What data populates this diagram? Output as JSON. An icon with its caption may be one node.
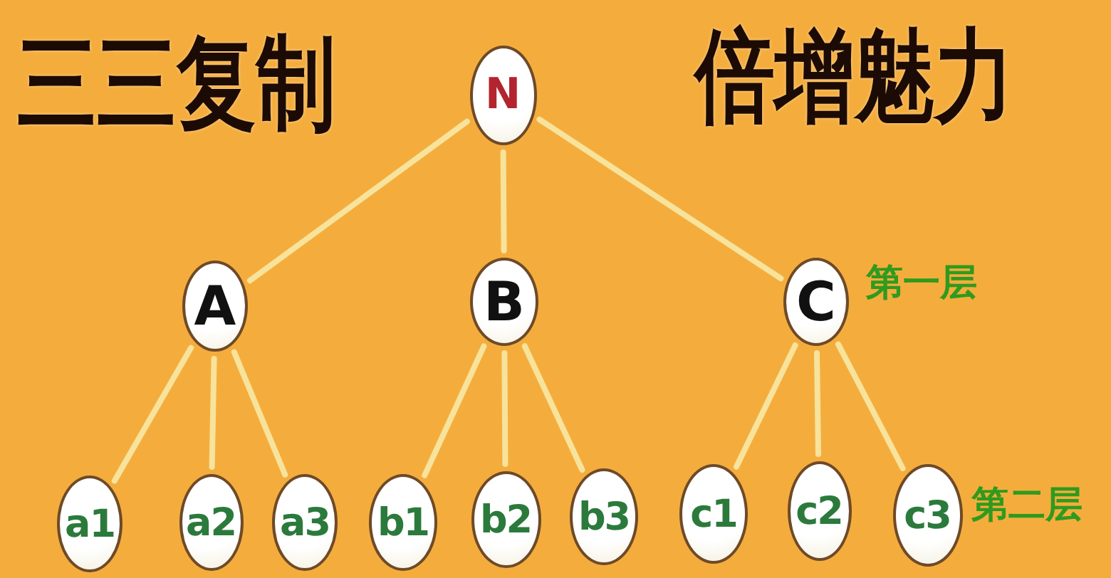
{
  "diagram": {
    "nodes": [
      {
        "text": [
          "N"
        ]
      },
      {
        "text": [
          "A"
        ]
      },
      {
        "text": [
          "B"
        ]
      },
      {
        "text": [
          "C"
        ]
      },
      {
        "text": [
          "a1"
        ]
      },
      {
        "text": [
          "a2"
        ]
      },
      {
        "text": [
          "a3"
        ]
      },
      {
        "text": [
          "b1"
        ]
      },
      {
        "text": [
          "b2"
        ]
      },
      {
        "text": [
          "b3"
        ]
      },
      {
        "text": [
          "c1"
        ]
      },
      {
        "text": [
          "c2"
        ]
      },
      {
        "text": [
          "c3"
        ]
      }
    ],
    "edges": [
      {
        "from": 0,
        "to": 1,
        "arrow": "none"
      },
      {
        "from": 0,
        "to": 2,
        "arrow": "none"
      },
      {
        "from": 0,
        "to": 3,
        "arrow": "none"
      },
      {
        "from": 1,
        "to": 4,
        "arrow": "none"
      },
      {
        "from": 1,
        "to": 5,
        "arrow": "none"
      },
      {
        "from": 1,
        "to": 6,
        "arrow": "none"
      },
      {
        "from": 2,
        "to": 7,
        "arrow": "none"
      },
      {
        "from": 2,
        "to": 8,
        "arrow": "none"
      },
      {
        "from": 2,
        "to": 9,
        "arrow": "none"
      },
      {
        "from": 3,
        "to": 10,
        "arrow": "none"
      },
      {
        "from": 3,
        "to": 11,
        "arrow": "none"
      },
      {
        "from": 3,
        "to": 12,
        "arrow": "none"
      }
    ],
    "labels": [
      "三三复制",
      "倍增魅力",
      "第一层",
      "第二层"
    ]
  }
}
